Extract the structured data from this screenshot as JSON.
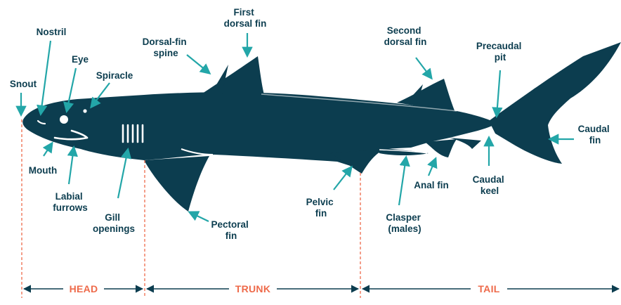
{
  "colors": {
    "shark_body": "#0c3d4f",
    "label_text": "#0c3d4f",
    "pointer": "#23a6a8",
    "section_label": "#ee6a4a",
    "divider": "#ee6a4a"
  },
  "labels": {
    "snout": "Snout",
    "nostril": "Nostril",
    "eye": "Eye",
    "spiracle": "Spiracle",
    "mouth": "Mouth",
    "labial_furrows": [
      "Labial",
      "furrows"
    ],
    "gill_openings": [
      "Gill",
      "openings"
    ],
    "dorsal_fin_spine": [
      "Dorsal-fin",
      "spine"
    ],
    "first_dorsal_fin": [
      "First",
      "dorsal fin"
    ],
    "pectoral_fin": [
      "Pectoral",
      "fin"
    ],
    "pelvic_fin": [
      "Pelvic",
      "fin"
    ],
    "second_dorsal_fin": [
      "Second",
      "dorsal fin"
    ],
    "clasper": [
      "Clasper",
      "(males)"
    ],
    "anal_fin": "Anal fin",
    "precaudal_pit": [
      "Precaudal",
      "pit"
    ],
    "caudal_keel": [
      "Caudal",
      "keel"
    ],
    "caudal_fin": [
      "Caudal",
      "fin"
    ]
  },
  "sections": {
    "head": "HEAD",
    "trunk": "TRUNK",
    "tail": "TAIL"
  }
}
